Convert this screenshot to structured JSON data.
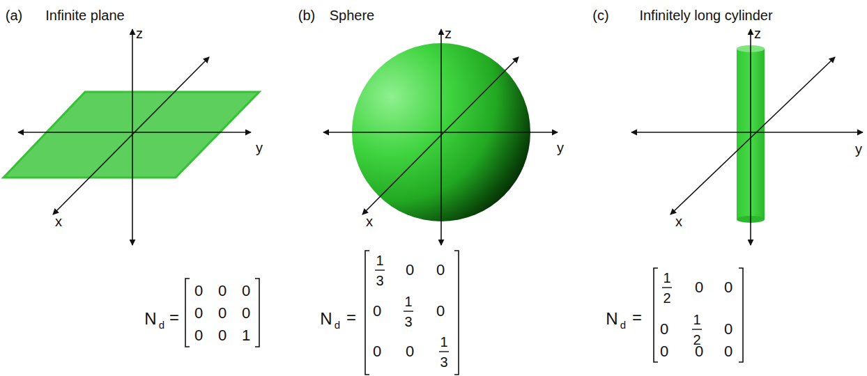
{
  "diagram": {
    "labels": [
      "(a)",
      "Infinite plane",
      "z",
      "y",
      "x",
      "N",
      "d",
      "=",
      "0",
      "0",
      "0",
      "0",
      "0",
      "0",
      "0",
      "0",
      "1",
      "(b)",
      "Sphere",
      "z",
      "y",
      "x",
      "N",
      "d",
      "=",
      "1",
      "3",
      "0",
      "0",
      "0",
      "1",
      "3",
      "0",
      "0",
      "0",
      "1",
      "3",
      "(c)",
      "Infinitely long cylinder",
      "z",
      "y",
      "x",
      "N",
      "d",
      "=",
      "1",
      "2",
      "0",
      "0",
      "0",
      "1",
      "2",
      "0",
      "0",
      "0",
      "0"
    ]
  }
}
